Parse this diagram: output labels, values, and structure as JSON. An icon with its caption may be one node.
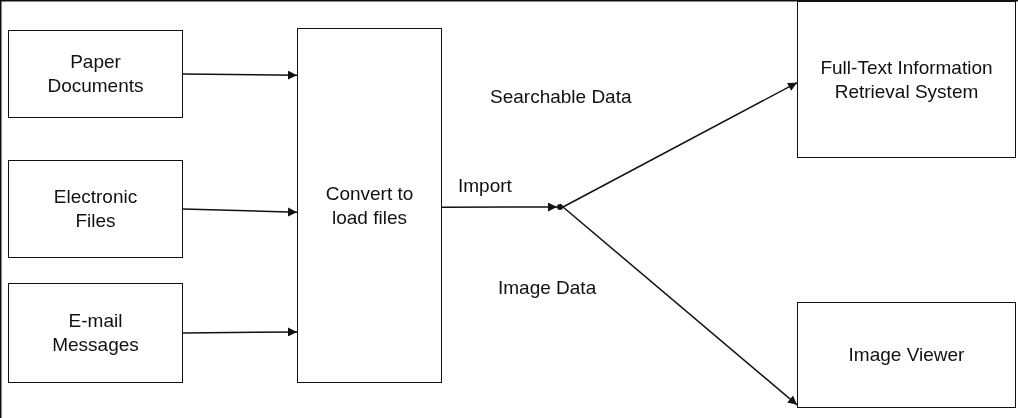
{
  "diagram": {
    "nodes": [
      {
        "text": [
          "Paper Documents"
        ]
      },
      {
        "text": [
          "Electronic Files"
        ]
      },
      {
        "text": [
          "E-mail Messages"
        ]
      },
      {
        "text": [
          "Convert to load files"
        ]
      },
      {
        "text": [
          "Full-Text Information Retrieval System"
        ]
      },
      {
        "text": [
          "Image Viewer"
        ]
      },
      {
        "text": [],
        "shape": "point"
      }
    ],
    "edges": [
      {
        "from": 0,
        "to": 3,
        "arrow": "to"
      },
      {
        "from": 1,
        "to": 3,
        "arrow": "to"
      },
      {
        "from": 2,
        "to": 3,
        "arrow": "to"
      },
      {
        "from": 3,
        "to": 6,
        "arrow": "to",
        "label": "Import"
      },
      {
        "from": 6,
        "to": 4,
        "arrow": "to",
        "label": "Searchable Data"
      },
      {
        "from": 6,
        "to": 5,
        "arrow": "to",
        "label": "Image Data"
      }
    ]
  }
}
